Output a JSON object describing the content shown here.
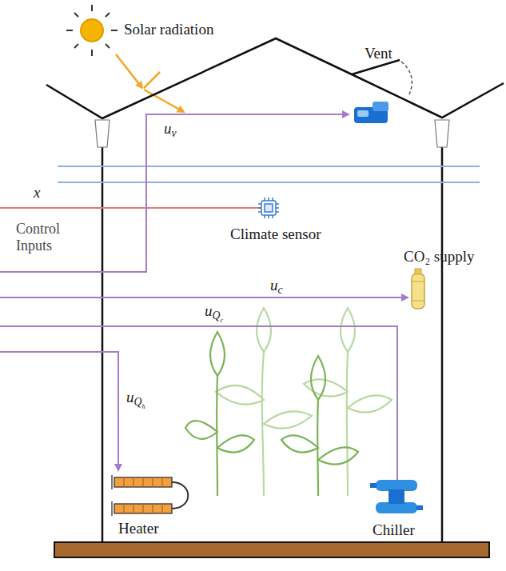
{
  "diagram": {
    "labels": [
      "Solar radiation",
      "Vent",
      "uv",
      "x",
      "Climate sensor",
      "Control Inputs",
      "CO₂ supply",
      "uc",
      "uQc",
      "uQh",
      "Heater",
      "Chiller"
    ]
  }
}
